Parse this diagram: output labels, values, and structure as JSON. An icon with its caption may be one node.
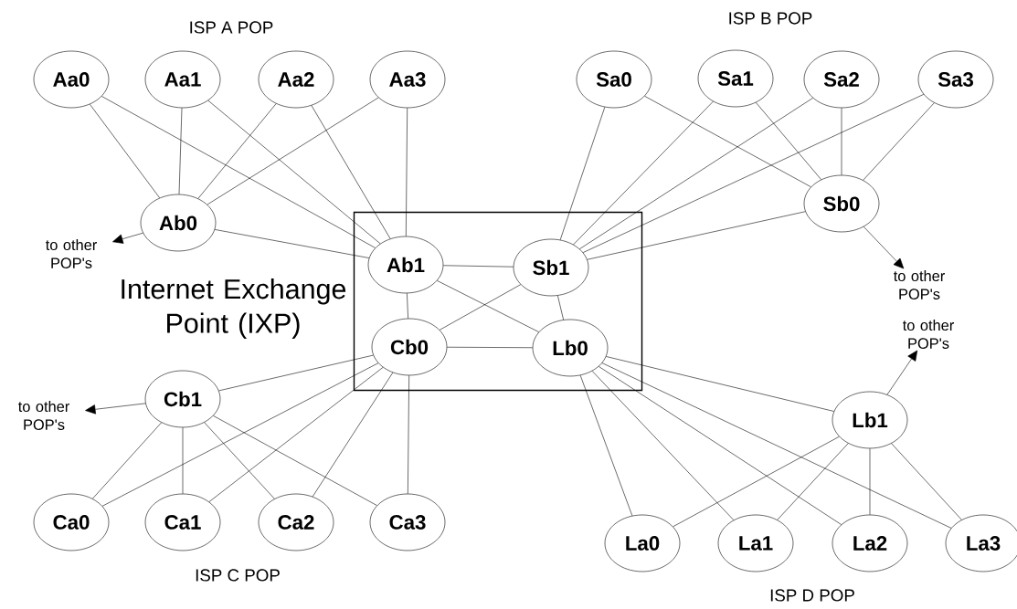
{
  "diagram": {
    "nodes": [
      {
        "text": [
          "Aa0"
        ]
      },
      {
        "text": [
          "Aa1"
        ]
      },
      {
        "text": [
          "Aa2"
        ]
      },
      {
        "text": [
          "Aa3"
        ]
      },
      {
        "text": [
          "Sa0"
        ]
      },
      {
        "text": [
          "Sa1"
        ]
      },
      {
        "text": [
          "Sa2"
        ]
      },
      {
        "text": [
          "Sa3"
        ]
      },
      {
        "text": [
          "Sb0"
        ]
      },
      {
        "text": [
          "Ab0"
        ]
      },
      {
        "text": [
          "Internet Exchange Point (IXP)"
        ]
      },
      {
        "text": [
          "Ab1"
        ],
        "in": 10
      },
      {
        "text": [
          "Sb1"
        ],
        "in": 10
      },
      {
        "text": [
          "to other POP's"
        ]
      },
      {
        "text": [
          "to other POP's"
        ]
      },
      {
        "text": [
          "Cb0"
        ],
        "in": 10
      },
      {
        "text": [
          "Lb0"
        ],
        "in": 10
      },
      {
        "text": [
          "to other POP's"
        ]
      },
      {
        "text": [
          "to other POP's"
        ]
      },
      {
        "text": [
          "Cb1"
        ]
      },
      {
        "text": [
          "Lb1"
        ]
      },
      {
        "text": [
          "Ca0"
        ]
      },
      {
        "text": [
          "Ca1"
        ]
      },
      {
        "text": [
          "Ca2"
        ]
      },
      {
        "text": [
          "Ca3"
        ]
      },
      {
        "text": [
          "La0"
        ]
      },
      {
        "text": [
          "La1"
        ]
      },
      {
        "text": [
          "La2"
        ]
      },
      {
        "text": [
          "La3"
        ]
      }
    ],
    "edges": [
      {
        "from": 0,
        "to": 9,
        "arrow": "none"
      },
      {
        "from": 0,
        "to": 11,
        "arrow": "none"
      },
      {
        "from": 1,
        "to": 9,
        "arrow": "none"
      },
      {
        "from": 1,
        "to": 11,
        "arrow": "none"
      },
      {
        "from": 2,
        "to": 9,
        "arrow": "none"
      },
      {
        "from": 2,
        "to": 11,
        "arrow": "none"
      },
      {
        "from": 3,
        "to": 9,
        "arrow": "none"
      },
      {
        "from": 3,
        "to": 11,
        "arrow": "none"
      },
      {
        "from": 9,
        "to": 11,
        "arrow": "none"
      },
      {
        "from": 9,
        "to": 13,
        "arrow": "to"
      },
      {
        "from": 4,
        "to": 12,
        "arrow": "none"
      },
      {
        "from": 4,
        "to": 8,
        "arrow": "none"
      },
      {
        "from": 5,
        "to": 12,
        "arrow": "none"
      },
      {
        "from": 5,
        "to": 8,
        "arrow": "none"
      },
      {
        "from": 6,
        "to": 12,
        "arrow": "none"
      },
      {
        "from": 6,
        "to": 8,
        "arrow": "none"
      },
      {
        "from": 7,
        "to": 12,
        "arrow": "none"
      },
      {
        "from": 7,
        "to": 8,
        "arrow": "none"
      },
      {
        "from": 8,
        "to": 12,
        "arrow": "none"
      },
      {
        "from": 8,
        "to": 14,
        "arrow": "to"
      },
      {
        "from": 11,
        "to": 12,
        "arrow": "none"
      },
      {
        "from": 11,
        "to": 15,
        "arrow": "none"
      },
      {
        "from": 11,
        "to": 16,
        "arrow": "none"
      },
      {
        "from": 12,
        "to": 15,
        "arrow": "none"
      },
      {
        "from": 12,
        "to": 16,
        "arrow": "none"
      },
      {
        "from": 15,
        "to": 16,
        "arrow": "none"
      },
      {
        "from": 15,
        "to": 19,
        "arrow": "none"
      },
      {
        "from": 19,
        "to": 18,
        "arrow": "to"
      },
      {
        "from": 19,
        "to": 21,
        "arrow": "none"
      },
      {
        "from": 15,
        "to": 21,
        "arrow": "none"
      },
      {
        "from": 19,
        "to": 22,
        "arrow": "none"
      },
      {
        "from": 15,
        "to": 22,
        "arrow": "none"
      },
      {
        "from": 19,
        "to": 23,
        "arrow": "none"
      },
      {
        "from": 15,
        "to": 23,
        "arrow": "none"
      },
      {
        "from": 19,
        "to": 24,
        "arrow": "none"
      },
      {
        "from": 15,
        "to": 24,
        "arrow": "none"
      },
      {
        "from": 16,
        "to": 20,
        "arrow": "none"
      },
      {
        "from": 20,
        "to": 17,
        "arrow": "to"
      },
      {
        "from": 16,
        "to": 25,
        "arrow": "none"
      },
      {
        "from": 20,
        "to": 25,
        "arrow": "none"
      },
      {
        "from": 16,
        "to": 26,
        "arrow": "none"
      },
      {
        "from": 20,
        "to": 26,
        "arrow": "none"
      },
      {
        "from": 16,
        "to": 27,
        "arrow": "none"
      },
      {
        "from": 20,
        "to": 27,
        "arrow": "none"
      },
      {
        "from": 16,
        "to": 28,
        "arrow": "none"
      },
      {
        "from": 20,
        "to": 28,
        "arrow": "none"
      }
    ],
    "labels": [
      "ISP A POP",
      "ISP B POP",
      "ISP C POP",
      "ISP D POP"
    ]
  }
}
